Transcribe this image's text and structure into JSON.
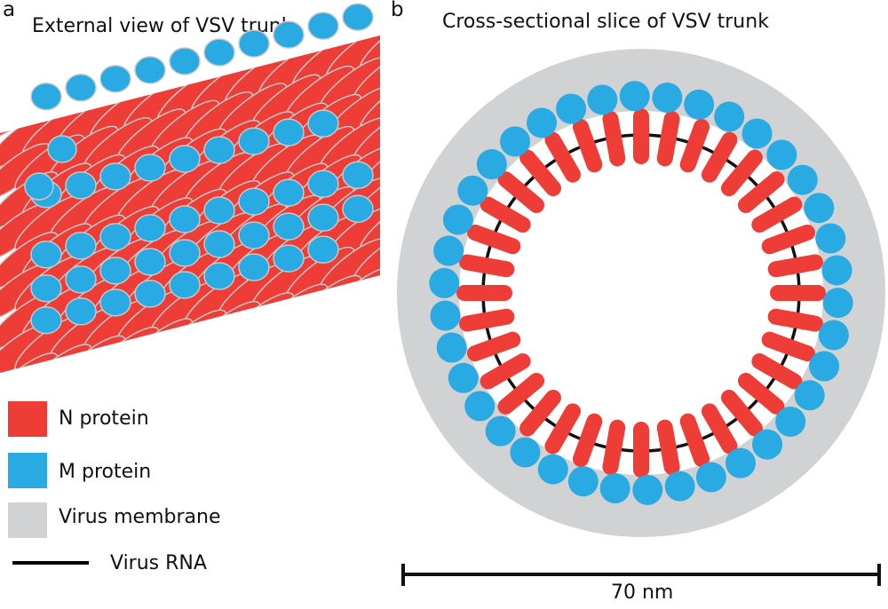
{
  "panel_a": {
    "letter": "a",
    "title": "External view of VSV trunk"
  },
  "panel_b": {
    "letter": "b",
    "title": "Cross-sectional slice of VSV trunk"
  },
  "legend": [
    {
      "label": "N protein",
      "color": "#ee3c36"
    },
    {
      "label": "M protein",
      "color": "#29aae2"
    },
    {
      "label": "Virus membrane",
      "color": "#d1d2d4"
    },
    {
      "label": "Virus RNA",
      "color": "#000000"
    }
  ],
  "scale_bar": {
    "label": "70 nm"
  },
  "colors": {
    "n_protein": "#ee3c36",
    "m_protein": "#29aae2",
    "membrane": "#d1d2d4",
    "rna": "#111111",
    "outline": "#c8c8c8"
  }
}
